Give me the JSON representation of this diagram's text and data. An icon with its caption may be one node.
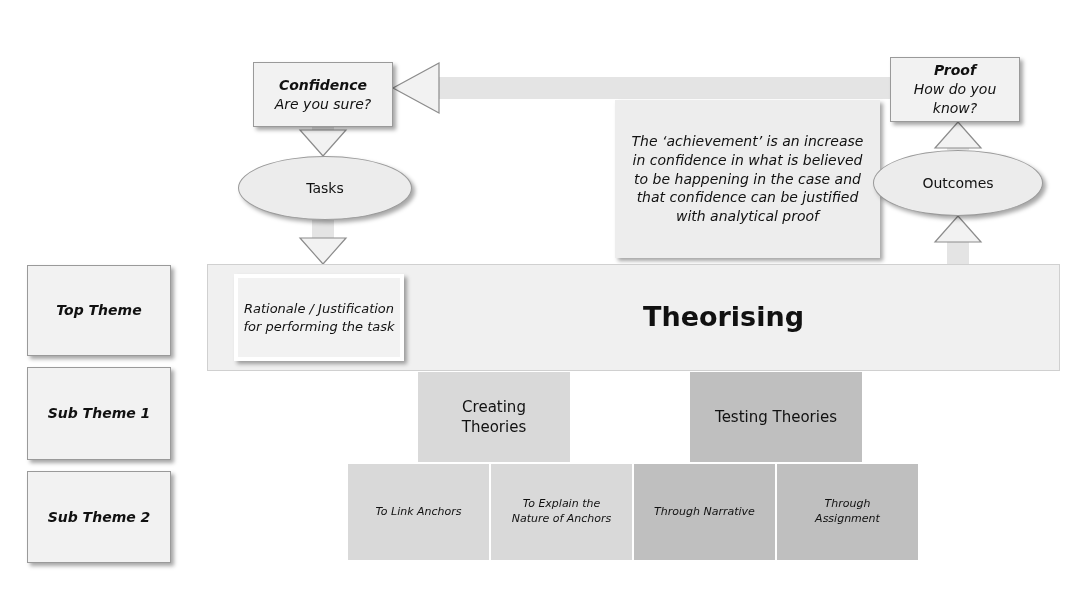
{
  "diagram": {
    "nodes": [
      {
        "text": [
          "Confidence",
          "Are you sure?"
        ]
      },
      {
        "text": [
          "Proof",
          "How do you know?"
        ]
      },
      {
        "text": [
          "Tasks"
        ]
      },
      {
        "text": [
          "The ‘achievement’ is an increase in confidence in what is believed to be happening in the case and that confidence can be justified with analytical proof"
        ]
      },
      {
        "text": [
          "Outcomes"
        ]
      },
      {
        "text": [
          "Top Theme"
        ]
      },
      {
        "text": [
          "Theorising"
        ]
      },
      {
        "text": [
          "Rationale / Justification for performing the task"
        ],
        "in": 6
      },
      {
        "text": [
          "Sub Theme 1"
        ]
      },
      {
        "text": [
          "Creating Theories"
        ]
      },
      {
        "text": [
          "Testing Theories"
        ]
      },
      {
        "text": [
          "Sub Theme 2"
        ]
      },
      {
        "text": [
          "To Link Anchors"
        ]
      },
      {
        "text": [
          "To Explain the Nature of Anchors"
        ]
      },
      {
        "text": [
          "Through Narrative"
        ]
      },
      {
        "text": [
          "Through Assignment"
        ]
      }
    ],
    "edges": [
      {
        "from": 1,
        "to": 0,
        "arrow": "to"
      },
      {
        "from": 0,
        "to": 2,
        "arrow": "to"
      },
      {
        "from": 2,
        "to": 6,
        "arrow": "to"
      },
      {
        "from": 6,
        "to": 4,
        "arrow": "to"
      },
      {
        "from": 4,
        "to": 1,
        "arrow": "to"
      }
    ]
  }
}
